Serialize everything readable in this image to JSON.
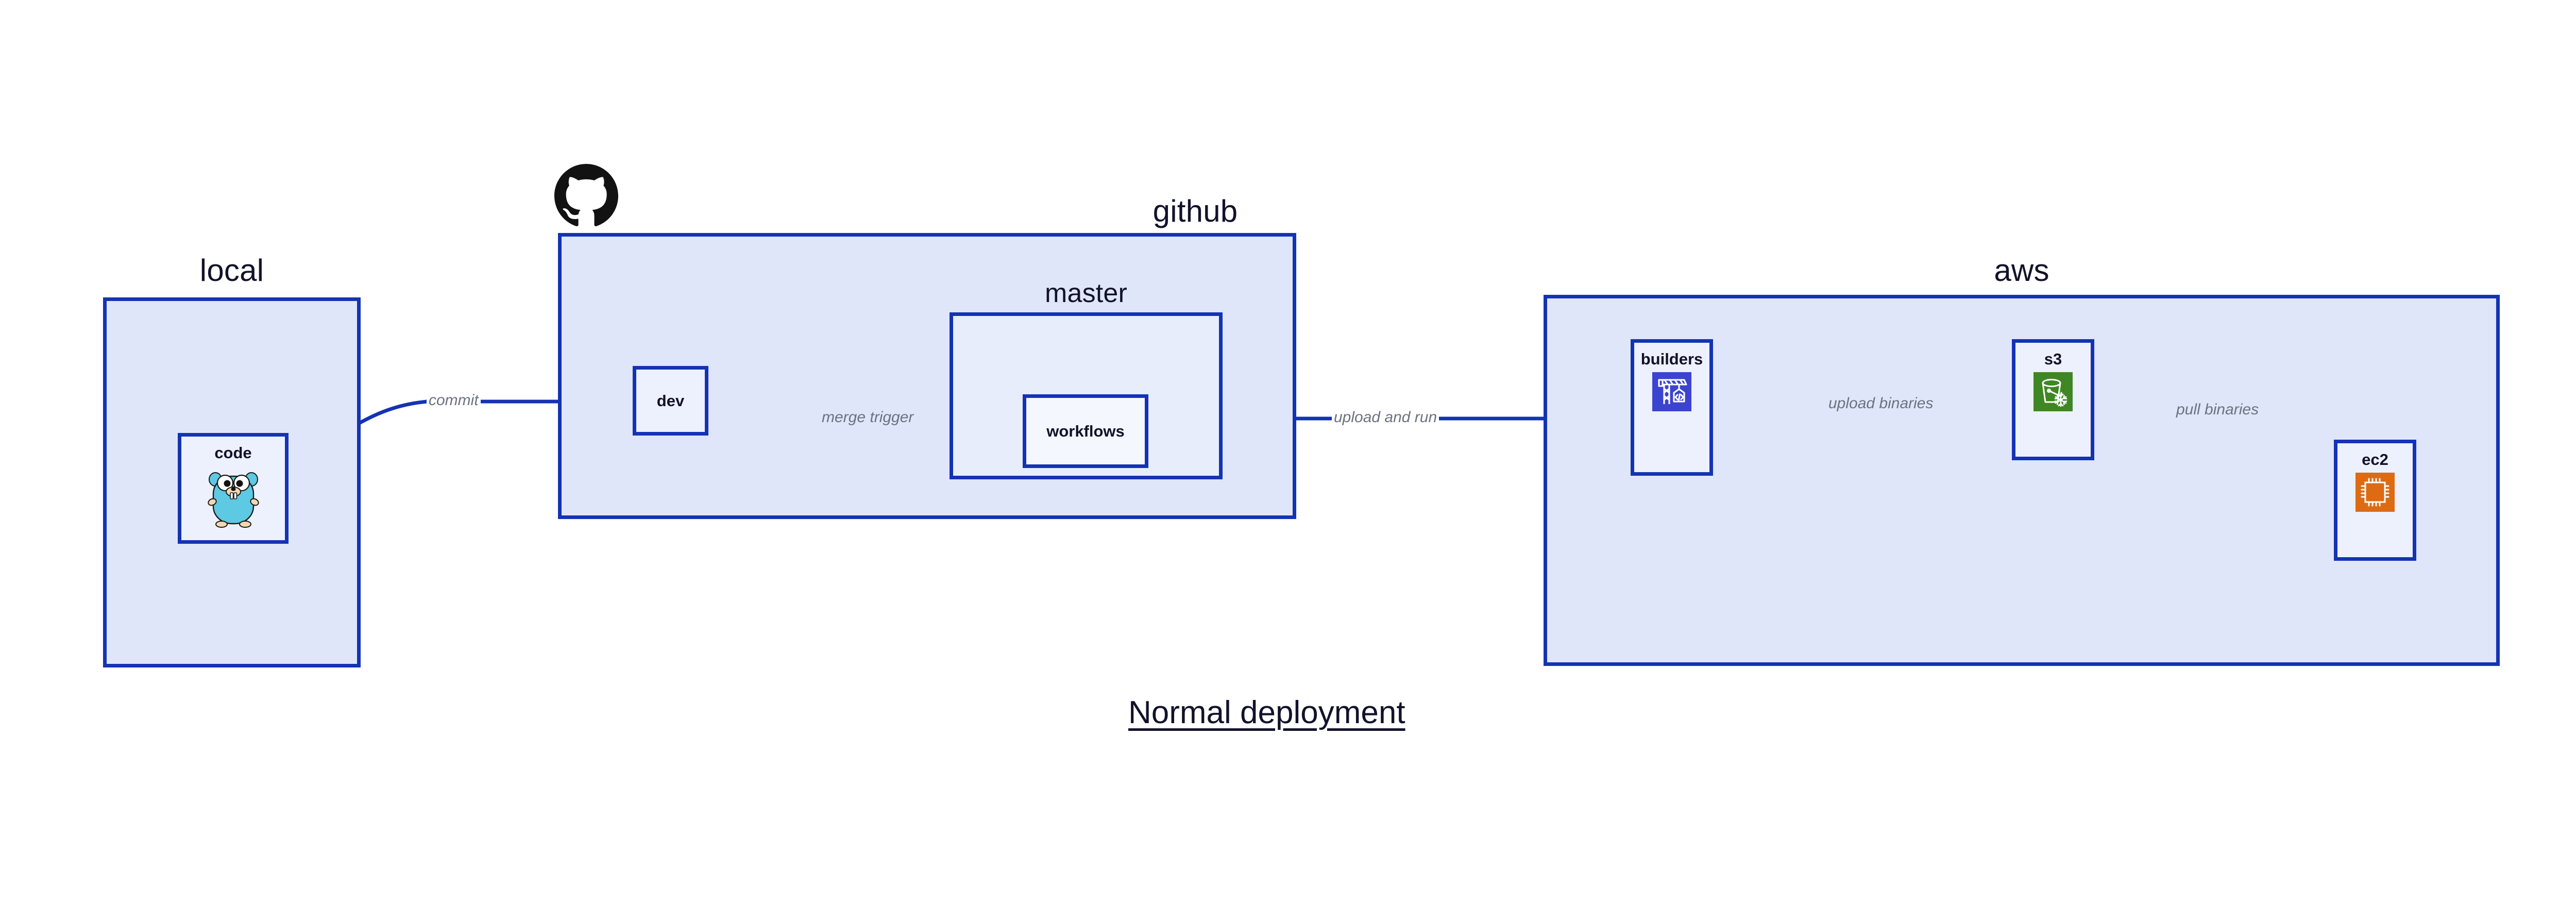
{
  "title": "Normal deployment",
  "colors": {
    "group_fill": "#e0e6fa",
    "sub_fill": "#e8edfb",
    "node_fill": "#edf1fd",
    "stroke": "#1433b4",
    "edge_label": "#6b7280",
    "text": "#12122b",
    "codebuild_tile": "#3c43d0",
    "s3_tile": "#3f8624",
    "ec2_tile": "#dd6b13",
    "gopher_body": "#5dc9e2",
    "github_mark": "#121212"
  },
  "groups": [
    {
      "id": "local",
      "label": "local",
      "nodes": [
        {
          "id": "code",
          "label": "code",
          "icon": "go-gopher-icon"
        }
      ]
    },
    {
      "id": "github",
      "label": "github",
      "logo": "github-octocat-icon",
      "subgroups": [
        {
          "id": "master",
          "label": "master",
          "nodes": [
            {
              "id": "workflows",
              "label": "workflows",
              "icon": null
            }
          ]
        }
      ],
      "nodes": [
        {
          "id": "dev",
          "label": "dev",
          "icon": null
        }
      ]
    },
    {
      "id": "aws",
      "label": "aws",
      "nodes": [
        {
          "id": "builders",
          "label": "builders",
          "icon": "aws-codebuild-icon"
        },
        {
          "id": "s3",
          "label": "s3",
          "icon": "aws-s3-glacier-icon"
        },
        {
          "id": "ec2",
          "label": "ec2",
          "icon": "aws-ec2-icon"
        }
      ]
    }
  ],
  "edges": [
    {
      "id": "commit",
      "from": "code",
      "to": "dev",
      "label": "commit"
    },
    {
      "id": "merge-trigger",
      "from": "dev",
      "to": "workflows",
      "label": "merge trigger"
    },
    {
      "id": "upload-and-run",
      "from": "workflows",
      "to": "builders",
      "label": "upload and run"
    },
    {
      "id": "upload-binaries",
      "from": "builders",
      "to": "s3",
      "label": "upload binaries"
    },
    {
      "id": "pull-binaries",
      "from": "s3",
      "to": "ec2",
      "label": "pull binaries"
    }
  ]
}
